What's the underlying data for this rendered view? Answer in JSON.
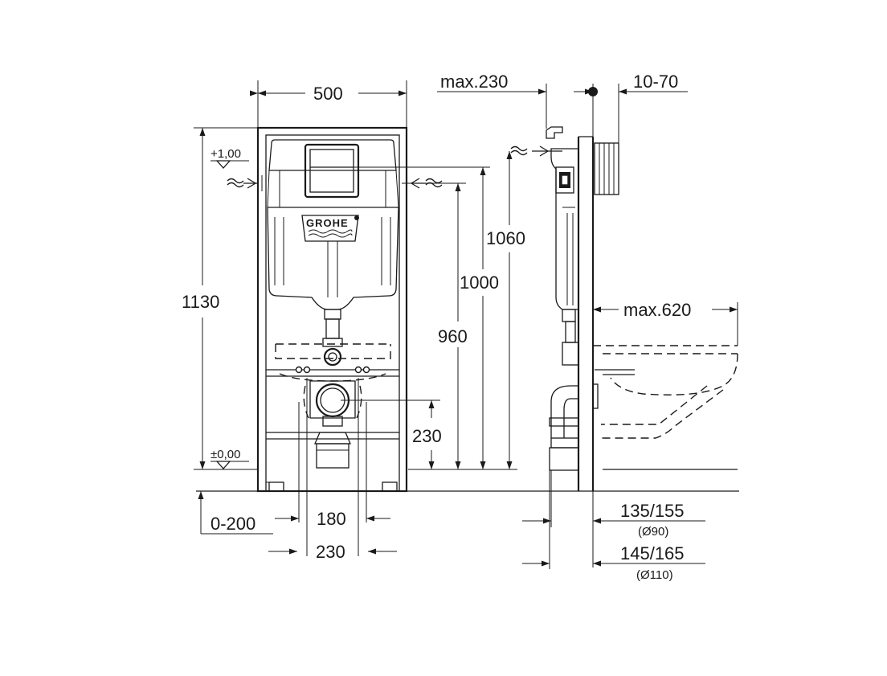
{
  "front_view": {
    "width_label": "500",
    "height_label": "1130",
    "level_top": "+1,00",
    "level_zero": "±0,00",
    "floor_offset": "0-200",
    "pipe_spacing_inner": "180",
    "pipe_spacing_outer": "230",
    "height_960": "960",
    "height_1000": "1000",
    "height_1060": "1060",
    "height_230": "230",
    "brand_logo": "GROHE"
  },
  "side_view": {
    "max_projection": "max.230",
    "wall_adjust": "10-70",
    "max_bowl": "max.620",
    "pipe_90_label": "135/155",
    "pipe_90_sub": "(Ø90)",
    "pipe_110_label": "145/165",
    "pipe_110_sub": "(Ø110)"
  }
}
